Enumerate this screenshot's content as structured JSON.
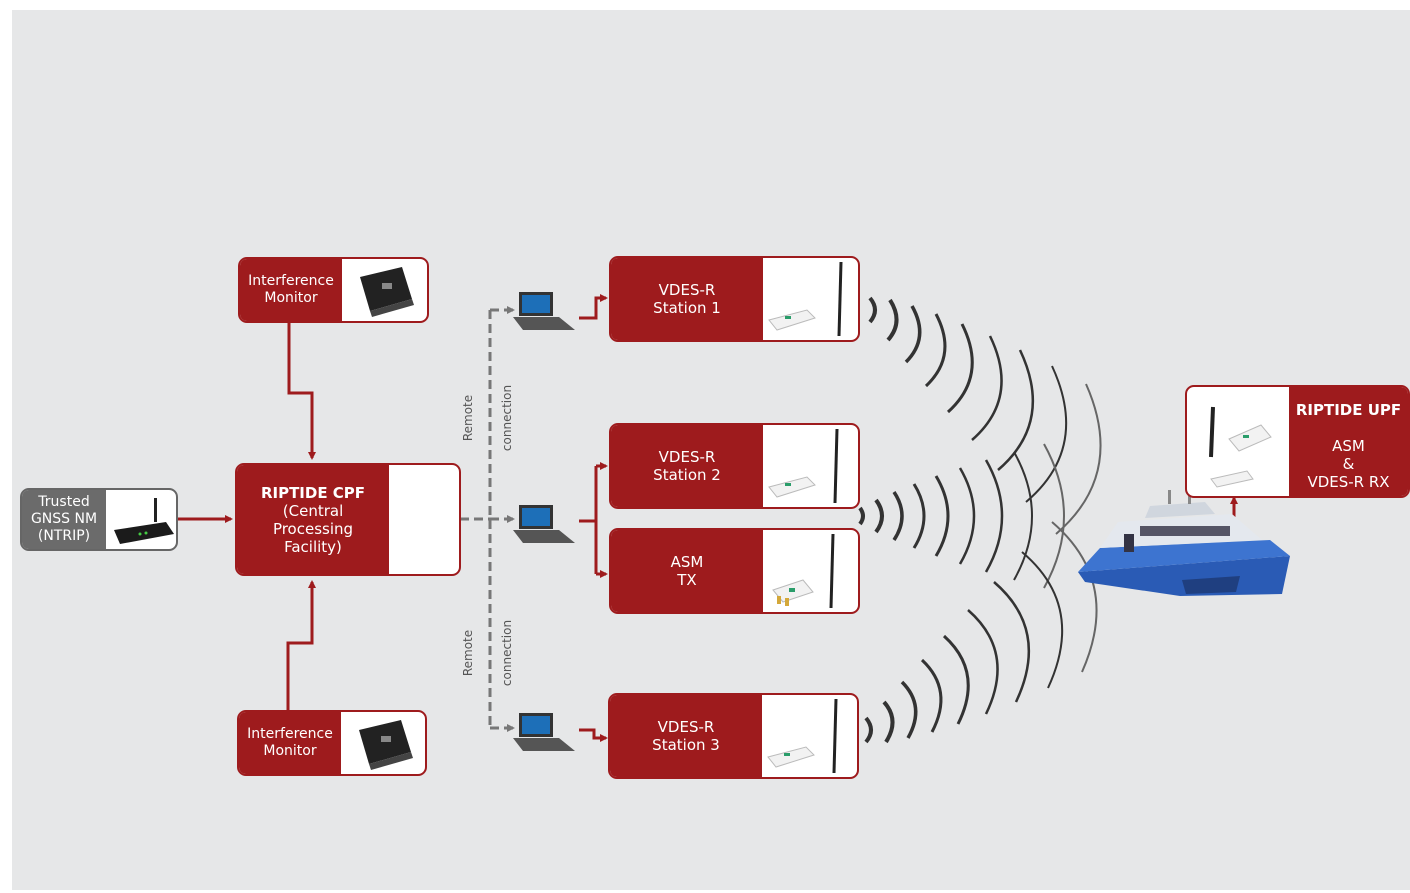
{
  "interference_monitor_top": {
    "line1": "Interference",
    "line2": "Monitor"
  },
  "interference_monitor_bottom": {
    "line1": "Interference",
    "line2": "Monitor"
  },
  "gnss": {
    "line1": "Trusted",
    "line2": "GNSS NM",
    "line3": "(NTRIP)"
  },
  "cpf": {
    "title": "RIPTIDE CPF",
    "line1": "(Central",
    "line2": "Processing",
    "line3": "Facility)"
  },
  "station1": {
    "line1": "VDES-R",
    "line2": "Station 1"
  },
  "station2": {
    "line1": "VDES-R",
    "line2": "Station 2"
  },
  "asm_tx": {
    "line1": "ASM",
    "line2": "TX"
  },
  "station3": {
    "line1": "VDES-R",
    "line2": "Station 3"
  },
  "upf": {
    "title": "RIPTIDE UPF",
    "line1": "ASM",
    "line2": "&",
    "line3": "VDES-R RX"
  },
  "remote_top": {
    "line1": "Remote",
    "line2": "connection"
  },
  "remote_bottom": {
    "line1": "Remote",
    "line2": "connection"
  },
  "colors": {
    "accent": "#9e1b1d",
    "background": "#e6e7e8",
    "gnss_box": "#6b6b6b"
  }
}
